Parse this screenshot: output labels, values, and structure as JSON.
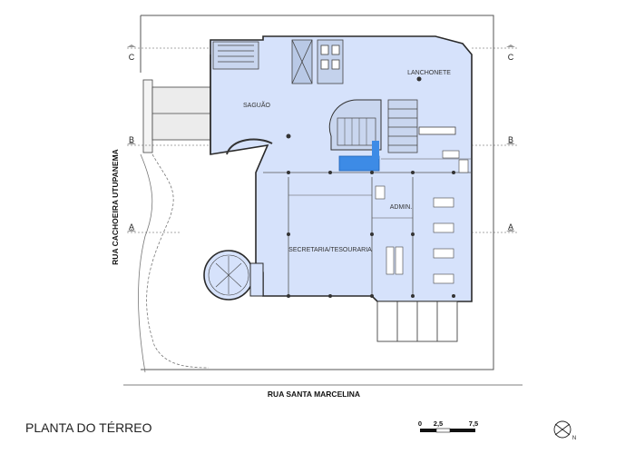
{
  "title": "PLANTA DO TÉRREO",
  "rooms": {
    "saguao": "SAGUÃO",
    "lanchonete": "LANCHONETE",
    "admin": "ADMIN.",
    "secretaria": "SECRETARIA/TESOURARIA"
  },
  "streets": {
    "bottom": "RUA SANTA MARCELINA",
    "left": "RUA CACHOEIRA UTUPANEMA"
  },
  "grid_axes": {
    "c": "C",
    "b": "B",
    "a": "A"
  },
  "scale_bar": {
    "zero": "0",
    "mid": "2,5",
    "end": "7,5"
  },
  "north_arrow": {
    "letter": "N"
  },
  "colors": {
    "building_fill": "#d6e2fb",
    "wall": "#2a2a2a",
    "highlight": "#3d8be6",
    "line": "#555555"
  }
}
